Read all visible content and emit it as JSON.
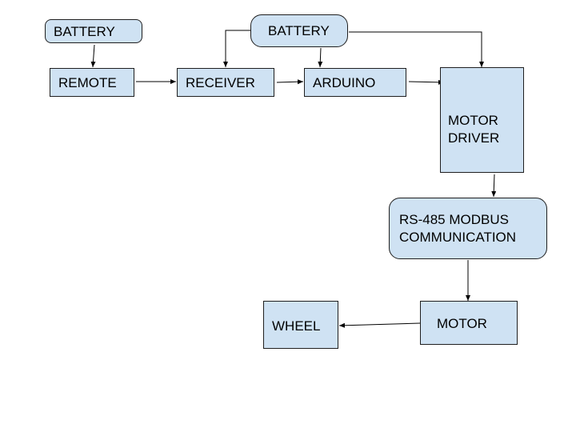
{
  "nodes": {
    "battery_left": "BATTERY",
    "battery_top": "BATTERY",
    "remote": "REMOTE",
    "receiver": "RECEIVER",
    "arduino": "ARDUINO",
    "motor_driver": "MOTOR\nDRIVER",
    "rs485": "RS-485 MODBUS\nCOMMUNICATION",
    "motor": "MOTOR",
    "wheel": "WHEEL"
  },
  "colors": {
    "node_fill": "#cfe2f3",
    "node_border": "#1f1f1f",
    "connector": "#000000"
  },
  "edges": [
    {
      "from": "battery_left",
      "to": "remote"
    },
    {
      "from": "remote",
      "to": "receiver"
    },
    {
      "from": "receiver",
      "to": "arduino"
    },
    {
      "from": "arduino",
      "to": "motor_driver"
    },
    {
      "from": "battery_top",
      "to": "receiver"
    },
    {
      "from": "battery_top",
      "to": "arduino"
    },
    {
      "from": "battery_top",
      "to": "motor_driver"
    },
    {
      "from": "motor_driver",
      "to": "rs485"
    },
    {
      "from": "rs485",
      "to": "motor"
    },
    {
      "from": "motor",
      "to": "wheel"
    }
  ]
}
